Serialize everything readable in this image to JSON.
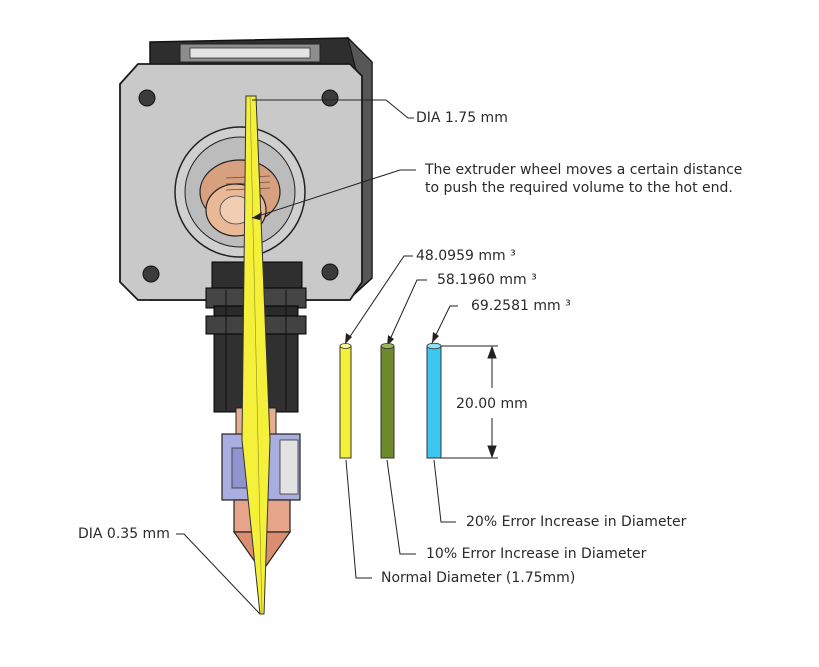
{
  "labels": {
    "dia_in": "DIA 1.75 mm",
    "wheel_line1": "The extruder wheel moves a certain distance",
    "wheel_line2": "to push the required volume to the hot end.",
    "vol_yellow": "48.0959 mm ³",
    "vol_green": "58.1960 mm ³",
    "vol_blue": "69.2581 mm ³",
    "length": "20.00 mm",
    "err20": "20% Error Increase in Diameter",
    "err10": "10% Error Increase in Diameter",
    "normal": "Normal Diameter (1.75mm)",
    "dia_out": "DIA 0.35 mm"
  },
  "colors": {
    "filament_yellow": "#f5f03a",
    "filament_green": "#6e8a2c",
    "filament_blue": "#3cc6f0",
    "motor_gray": "#c8c8c8",
    "motor_dark": "#3a3a3a",
    "copper": "#e8a987",
    "heater_block": "#a9addf"
  }
}
